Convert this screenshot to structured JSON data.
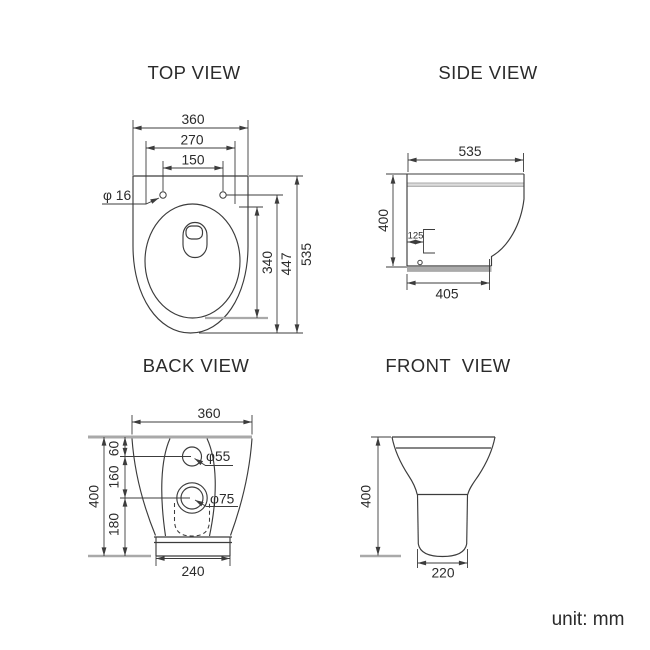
{
  "unit_label": "unit: mm",
  "colors": {
    "line": "#3c3c3c",
    "gray": "#a9a9a9",
    "text": "#2b2b2b"
  },
  "views": {
    "top": {
      "title": "TOP VIEW",
      "dims": {
        "overall_width": "360",
        "tank_width": "270",
        "hole_spacing": "150",
        "hole_diameter": "φ 16",
        "bowl_length": "340",
        "rim_length": "447",
        "overall_depth": "535"
      }
    },
    "side": {
      "title": "SIDE VIEW",
      "dims": {
        "overall_depth": "535",
        "overall_height": "400",
        "fixing_offset": "125",
        "base_depth": "405"
      }
    },
    "back": {
      "title": "BACK VIEW",
      "dims": {
        "overall_width": "360",
        "top_to_inlet": "60",
        "inlet_to_outlet": "160",
        "outlet_to_floor": "180",
        "overall_height": "400",
        "inlet_diameter": "φ55",
        "outlet_diameter": "φ75",
        "base_width": "240"
      }
    },
    "front": {
      "title": "FRONT  VIEW",
      "dims": {
        "overall_height": "400",
        "base_width": "220"
      }
    }
  }
}
